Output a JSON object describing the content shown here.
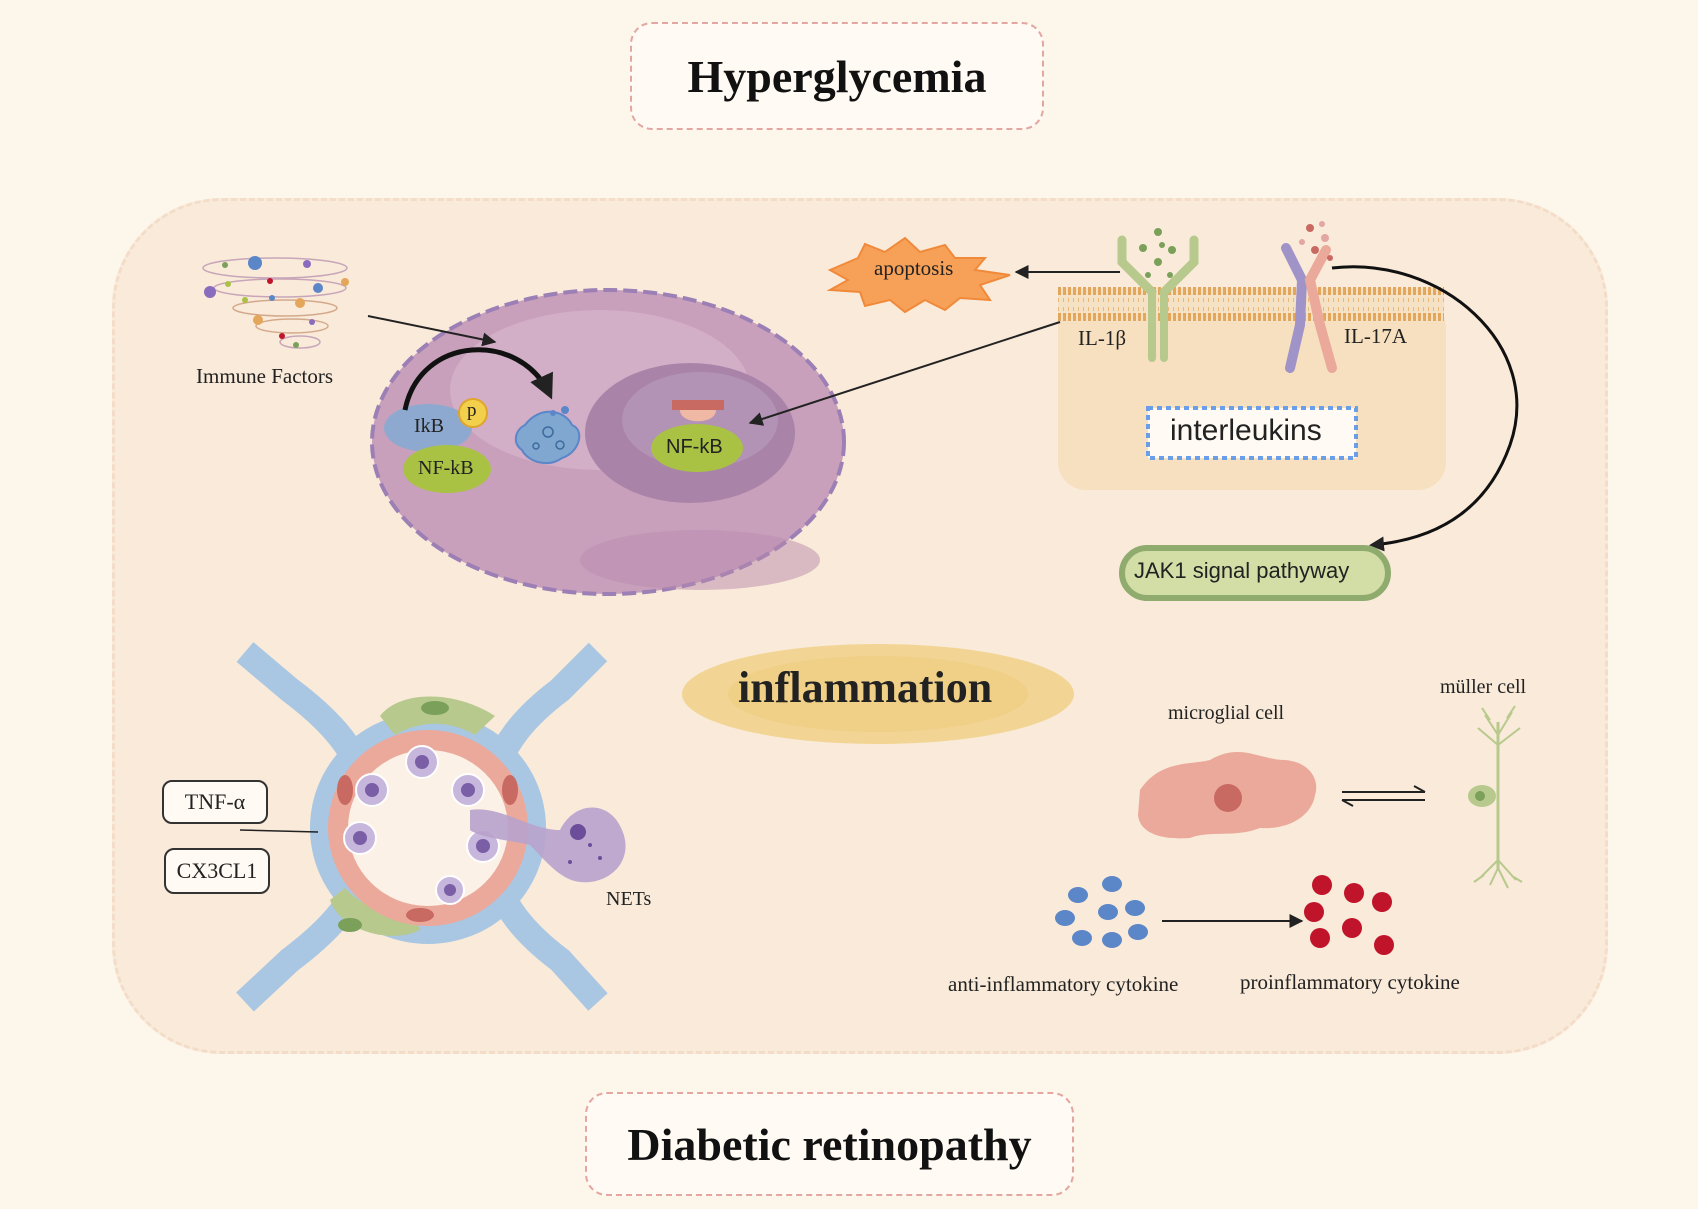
{
  "titles": {
    "top": "Hyperglycemia",
    "bottom": "Diabetic retinopathy",
    "center": "inflammation"
  },
  "labels": {
    "immune_factors": "Immune Factors",
    "ikb": "IkB",
    "p": "p",
    "nfkb_cytoplasm": "NF-kB",
    "nfkb_nucleus": "NF-kB",
    "apoptosis": "apoptosis",
    "il1b": "IL-1β",
    "il17a": "IL-17A",
    "interleukins": "interleukins",
    "jak1": "JAK1  signal pathyway",
    "tnf": "TNF-α",
    "cx3cl1": "CX3CL1",
    "nets": "NETs",
    "microglial": "microglial cell",
    "muller": "müller cell",
    "anti_cytokine": "anti-inflammatory cytokine",
    "pro_cytokine": "proinflammatory cytokine"
  },
  "colors": {
    "background": "#fdf6ea",
    "panel": "#f9ead9",
    "title_border": "#e3a6a0",
    "cell": "#c9a0bc",
    "nfkb": "#a9c243",
    "ikb": "#8ea9cf",
    "membrane": "#e3a65a",
    "jak_fill": "#d3dea7",
    "jak_border": "#8fab6e",
    "inflammation_ellipse": "#f2d594",
    "apoptosis_fill": "#f7a158",
    "anti_cytokine": "#5b86c8",
    "pro_cytokine": "#c0142b",
    "vessel_blue": "#a9c7e2",
    "vessel_pink": "#eba99b",
    "net_purple": "#b8a2cc"
  }
}
